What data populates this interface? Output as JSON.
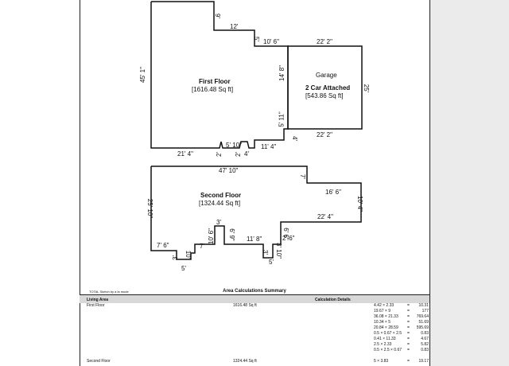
{
  "plan": {
    "first_floor": {
      "name": "First Floor",
      "area": "[1616.48 Sq ft]",
      "dims": [
        "9'",
        "12'",
        "5'",
        "10' 6\"",
        "22' 2\"",
        "45' 1\"",
        "14' 8\"",
        "5' 11\"",
        "4'",
        "22' 2\"",
        "21' 4\"",
        "5' 10\"",
        "2'",
        "2'",
        "4'",
        "11' 4\""
      ]
    },
    "garage": {
      "name": "Garage",
      "type": "2 Car Attached",
      "area": "[543.86 Sq ft]",
      "side": "25'"
    },
    "second_floor": {
      "name": "Second Floor",
      "area": "[1324.44 Sq ft]",
      "dims": [
        "47' 10\"",
        "7'",
        "16' 6\"",
        "10' 4\"",
        "22' 4\"",
        "25' 10\"",
        "7' 6\"",
        "3'",
        "10'",
        "5'",
        "10' 6\"",
        "7'",
        "3'",
        "6' 9\"",
        "11' 8\"",
        "6' 6\"",
        "3'",
        "3' 10\"",
        "2' 6\"",
        "5'"
      ]
    }
  },
  "footer": {
    "tiny_note": "TOTAL Sketch by a la mode",
    "summary_title": "Area Calculations Summary",
    "col_living": "Living Area",
    "col_calc": "Calculation Details",
    "rows": [
      {
        "label": "First Floor",
        "area": "1616.48 Sq ft",
        "calcs": [
          {
            "expr": "4.42 × 2.33",
            "eq": "=",
            "val": "10.31"
          },
          {
            "expr": "19.67 × 9",
            "eq": "=",
            "val": "177"
          },
          {
            "expr": "36.08 × 21.33",
            "eq": "=",
            "val": "769.64"
          },
          {
            "expr": "10.34 × 5",
            "eq": "=",
            "val": "51.69"
          },
          {
            "expr": "20.84 × 28.59",
            "eq": "=",
            "val": "595.69"
          },
          {
            "expr": "0.5 × 0.67 × 2.5",
            "eq": "=",
            "val": "0.83"
          },
          {
            "expr": "0.41 × 11.33",
            "eq": "=",
            "val": "4.67"
          },
          {
            "expr": "2.5 × 2.33",
            "eq": "=",
            "val": "5.82"
          },
          {
            "expr": "0.5 × 2.5 × 0.67",
            "eq": "=",
            "val": "0.83"
          }
        ]
      },
      {
        "label": "Second Floor",
        "area": "1324.44 Sq ft",
        "calcs": [
          {
            "expr": "5 × 3.83",
            "eq": "=",
            "val": "19.17"
          }
        ]
      }
    ]
  }
}
